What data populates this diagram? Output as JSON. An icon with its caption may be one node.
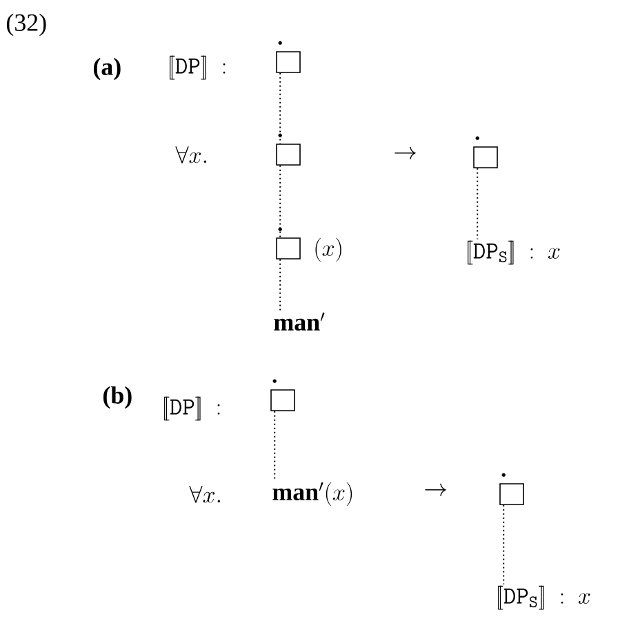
{
  "diagram": {
    "nodes": [
      {
        "text": [],
        "shape": "box"
      },
      {
        "text": [],
        "shape": "box"
      },
      {
        "text": [],
        "shape": "box"
      },
      {
        "text": [
          "\\mathbf{man}'"
        ]
      },
      {
        "text": [],
        "shape": "box"
      },
      {
        "text": [
          "[\\![\\mathtt{DP}_{\\mathtt{S}}]\\!]\\ :\\ x"
        ]
      },
      {
        "text": [],
        "shape": "box"
      },
      {
        "text": [
          "\\mathbf{man}'(x)"
        ]
      },
      {
        "text": [],
        "shape": "box"
      },
      {
        "text": [
          "[\\![\\mathtt{DP}_{\\mathtt{S}}]\\!]\\ :\\ x"
        ]
      }
    ],
    "edges": [
      {
        "from": 0,
        "to": 1,
        "arrow": "none"
      },
      {
        "from": 1,
        "to": 2,
        "arrow": "none"
      },
      {
        "from": 2,
        "to": 3,
        "arrow": "none"
      },
      {
        "from": 4,
        "to": 5,
        "arrow": "none"
      },
      {
        "from": 6,
        "to": 7,
        "arrow": "none"
      },
      {
        "from": 8,
        "to": 9,
        "arrow": "none"
      }
    ],
    "labels": [
      "(32)",
      "(a)",
      "[\\![\\mathtt{DP}]\\!]\\ :",
      "\\forall x.",
      "\\rightarrow",
      "(x)",
      "(b)",
      "[\\![\\mathtt{DP}]\\!]\\ :",
      "\\forall x.",
      "\\rightarrow"
    ]
  }
}
